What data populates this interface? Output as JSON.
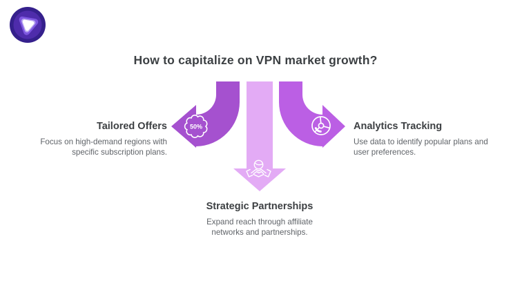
{
  "title": "How to capitalize on VPN market growth?",
  "logo": {
    "name": "vpn-brand-logo",
    "outer_color": "#35208c",
    "ring_color": "#4e2cab",
    "blob_color": "#7e57e0",
    "inner_ring_color": "#b9a7f1",
    "core_color": "#ffffff"
  },
  "branches": [
    {
      "label": "Tailored Offers",
      "description": "Focus on high-demand regions with specific subscription plans.",
      "icon": "discount-badge-icon",
      "badge_text": "50%",
      "arrow_color": "#a551cf",
      "direction": "left"
    },
    {
      "label": "Analytics Tracking",
      "description": "Use data to identify popular plans and user preferences.",
      "icon": "pie-chart-icon",
      "arrow_color": "#bb5fe4",
      "direction": "right"
    },
    {
      "label": "Strategic Partnerships",
      "description": "Expand reach through affiliate networks and partnerships.",
      "icon": "handshake-icon",
      "arrow_color": "#e3abf5",
      "direction": "down"
    }
  ],
  "text_colors": {
    "title": "#3c4043",
    "heading": "#3d4043",
    "body": "#5f6368"
  }
}
